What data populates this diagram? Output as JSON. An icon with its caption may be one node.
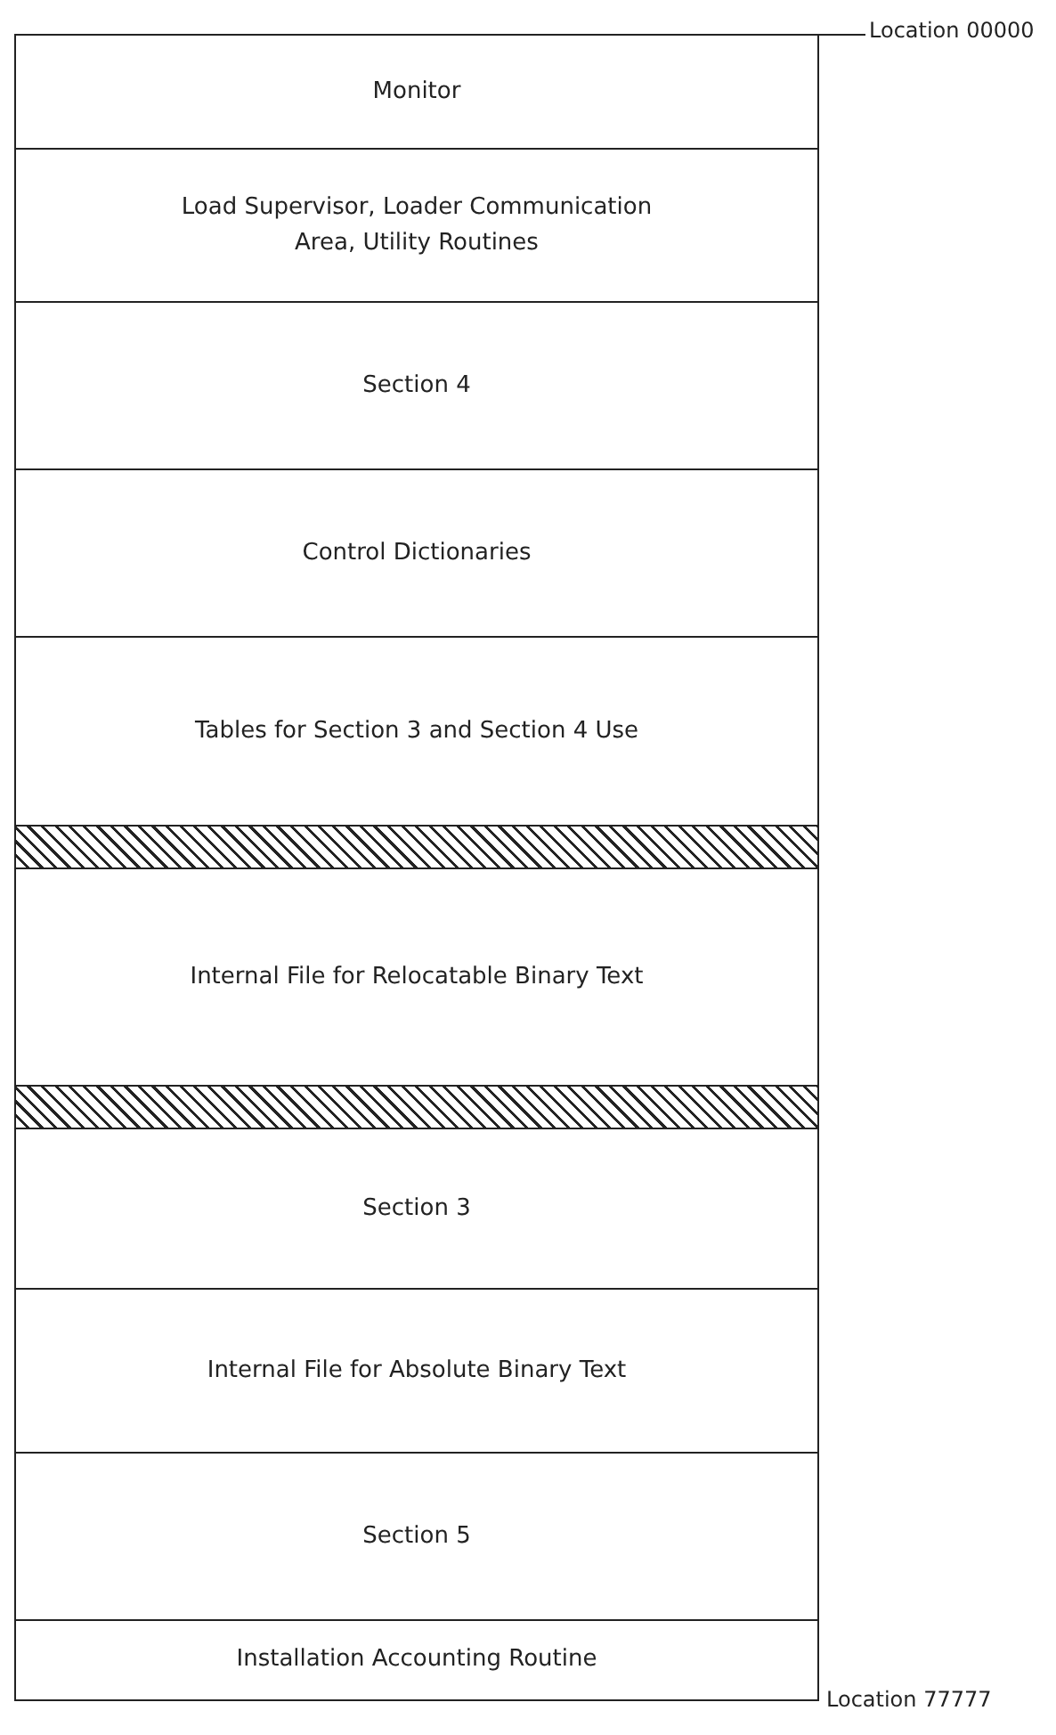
{
  "diagram": {
    "nodes": [
      {
        "text": [
          "Monitor"
        ]
      },
      {
        "text": [
          "Load Supervisor, Loader Communication Area, Utility Routines"
        ]
      },
      {
        "text": [
          "Section 4"
        ]
      },
      {
        "text": [
          "Control Dictionaries"
        ]
      },
      {
        "text": [
          "Tables for Section 3 and Section 4 Use"
        ]
      },
      {
        "text": [],
        "shape": "bar"
      },
      {
        "text": [
          "Internal File for Relocatable Binary Text"
        ]
      },
      {
        "text": [],
        "shape": "bar"
      },
      {
        "text": [
          "Section 3"
        ]
      },
      {
        "text": [
          "Internal File for Absolute Binary Text"
        ]
      },
      {
        "text": [
          "Section 5"
        ]
      },
      {
        "text": [
          "Installation Accounting Routine"
        ]
      }
    ],
    "edges": [],
    "labels": [
      "Location 00000",
      "Location 77777"
    ]
  }
}
